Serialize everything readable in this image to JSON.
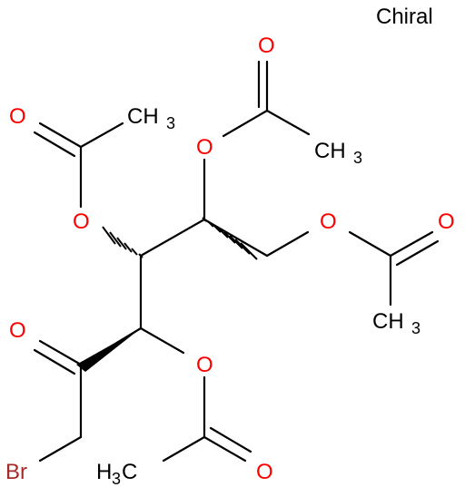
{
  "flag_label": "Chiral",
  "atoms": {
    "o_ac1_carbonyl": "O",
    "o_ac1_ester": "O",
    "ch3_ac1": "CH",
    "ch3_ac1_sub": "3",
    "o_ac2_carbonyl": "O",
    "o_ac2_ester": "O",
    "ch3_ac2": "CH",
    "ch3_ac2_sub": "3",
    "o_ac3_carbonyl": "O",
    "o_ac3_ester": "O",
    "ch3_ac3": "CH",
    "ch3_ac3_sub": "3",
    "o_ketone": "O",
    "o_ac4_ester": "O",
    "o_ac4_carbonyl": "O",
    "ch3_ac4_h": "H",
    "ch3_ac4_sub": "3",
    "ch3_ac4_c": "C",
    "br": "Br"
  },
  "colors": {
    "oxygen": "#ff0000",
    "bromine": "#a52a2a",
    "bond": "#000000"
  }
}
